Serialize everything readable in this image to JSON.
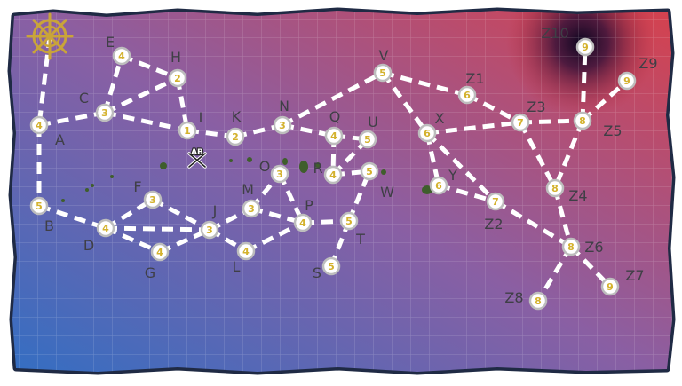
{
  "map": {
    "title": "",
    "colors": {
      "sea_left": "#2f6fc4",
      "sea_mid": "#8a5fa3",
      "sea_right": "#d8404a",
      "edge": "#ffffff",
      "node_fill": "#ffffff",
      "node_ring": "#bdbdbd",
      "node_value": "#d4b22e",
      "label": "#3f3f46",
      "frame": "#1f2a44",
      "island": "#3f5e2c",
      "helm": "#c9a43a",
      "dark_spot": "#1a1030"
    },
    "icons": {
      "start": "ship-wheel-icon",
      "boss": "crossed-swords-icon"
    },
    "boss_badge": "AB",
    "nodes": [
      {
        "id": "start",
        "label": "",
        "value": ""
      },
      {
        "id": "A",
        "label": "A",
        "value": "4"
      },
      {
        "id": "B",
        "label": "B",
        "value": "5"
      },
      {
        "id": "C",
        "label": "C",
        "value": "3"
      },
      {
        "id": "D",
        "label": "D",
        "value": "4"
      },
      {
        "id": "E",
        "label": "E",
        "value": "4"
      },
      {
        "id": "F",
        "label": "F",
        "value": "3"
      },
      {
        "id": "G",
        "label": "G",
        "value": "4"
      },
      {
        "id": "H",
        "label": "H",
        "value": "2"
      },
      {
        "id": "I",
        "label": "I",
        "value": "1"
      },
      {
        "id": "J",
        "label": "J",
        "value": "3"
      },
      {
        "id": "K",
        "label": "K",
        "value": "2"
      },
      {
        "id": "L",
        "label": "L",
        "value": "4"
      },
      {
        "id": "M",
        "label": "M",
        "value": "3"
      },
      {
        "id": "N",
        "label": "N",
        "value": "3"
      },
      {
        "id": "O",
        "label": "O",
        "value": "3"
      },
      {
        "id": "P",
        "label": "P",
        "value": "4"
      },
      {
        "id": "Q",
        "label": "Q",
        "value": "4"
      },
      {
        "id": "R",
        "label": "R",
        "value": "4"
      },
      {
        "id": "S",
        "label": "S",
        "value": "5"
      },
      {
        "id": "T",
        "label": "T",
        "value": "5"
      },
      {
        "id": "U",
        "label": "U",
        "value": "5"
      },
      {
        "id": "V",
        "label": "V",
        "value": "5"
      },
      {
        "id": "W",
        "label": "W",
        "value": "5"
      },
      {
        "id": "X",
        "label": "X",
        "value": "6"
      },
      {
        "id": "Y",
        "label": "Y",
        "value": "6"
      },
      {
        "id": "Z1",
        "label": "Z1",
        "value": "6"
      },
      {
        "id": "Z2",
        "label": "Z2",
        "value": "7"
      },
      {
        "id": "Z3",
        "label": "Z3",
        "value": "7"
      },
      {
        "id": "Z4",
        "label": "Z4",
        "value": "8"
      },
      {
        "id": "Z5",
        "label": "Z5",
        "value": "8"
      },
      {
        "id": "Z6",
        "label": "Z6",
        "value": "8"
      },
      {
        "id": "Z7",
        "label": "Z7",
        "value": "9"
      },
      {
        "id": "Z8",
        "label": "Z8",
        "value": "8"
      },
      {
        "id": "Z9",
        "label": "Z9",
        "value": "9"
      },
      {
        "id": "Z10",
        "label": "Z10",
        "value": "9"
      }
    ],
    "routes": [
      [
        "start",
        "A"
      ],
      [
        "A",
        "B"
      ],
      [
        "A",
        "C"
      ],
      [
        "C",
        "E"
      ],
      [
        "E",
        "H"
      ],
      [
        "C",
        "H"
      ],
      [
        "C",
        "I"
      ],
      [
        "H",
        "I"
      ],
      [
        "I",
        "K"
      ],
      [
        "K",
        "N"
      ],
      [
        "N",
        "V"
      ],
      [
        "N",
        "Q"
      ],
      [
        "Q",
        "U"
      ],
      [
        "Q",
        "R"
      ],
      [
        "R",
        "U"
      ],
      [
        "R",
        "W"
      ],
      [
        "B",
        "D"
      ],
      [
        "D",
        "F"
      ],
      [
        "D",
        "G"
      ],
      [
        "D",
        "J"
      ],
      [
        "F",
        "J"
      ],
      [
        "G",
        "J"
      ],
      [
        "J",
        "L"
      ],
      [
        "J",
        "M"
      ],
      [
        "M",
        "O"
      ],
      [
        "M",
        "P"
      ],
      [
        "O",
        "P"
      ],
      [
        "L",
        "P"
      ],
      [
        "P",
        "T"
      ],
      [
        "T",
        "W"
      ],
      [
        "T",
        "S"
      ],
      [
        "V",
        "X"
      ],
      [
        "V",
        "Z1"
      ],
      [
        "X",
        "Y"
      ],
      [
        "X",
        "Z2"
      ],
      [
        "X",
        "Z3"
      ],
      [
        "Z1",
        "Z3"
      ],
      [
        "Y",
        "Z2"
      ],
      [
        "Z2",
        "Z6"
      ],
      [
        "Z3",
        "Z5"
      ],
      [
        "Z3",
        "Z4"
      ],
      [
        "Z5",
        "Z10"
      ],
      [
        "Z5",
        "Z9"
      ],
      [
        "Z5",
        "Z4"
      ],
      [
        "Z4",
        "Z6"
      ],
      [
        "Z6",
        "Z7"
      ],
      [
        "Z6",
        "Z8"
      ]
    ]
  }
}
